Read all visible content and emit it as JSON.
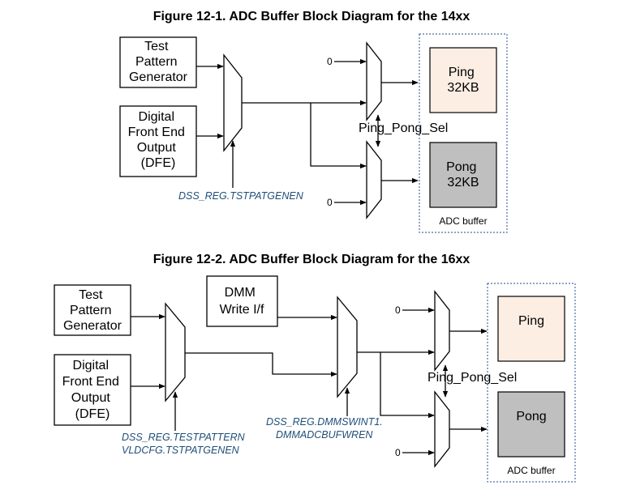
{
  "figure1": {
    "title": "Figure 12-1. ADC Buffer Block Diagram for the 14xx",
    "test_pattern": [
      "Test",
      "Pattern",
      "Generator"
    ],
    "dfe": [
      "Digital",
      "Front End",
      "Output",
      "(DFE)"
    ],
    "reg_label": "DSS_REG.TSTPATGENEN",
    "zero_top": "0",
    "zero_bottom": "0",
    "ping": [
      "Ping",
      "32KB"
    ],
    "pong": [
      "Pong",
      "32KB"
    ],
    "ping_pong_sel": "Ping_Pong_Sel",
    "buffer_label": "ADC buffer"
  },
  "figure2": {
    "title": "Figure 12-2. ADC Buffer Block Diagram for the 16xx",
    "test_pattern": [
      "Test",
      "Pattern",
      "Generator"
    ],
    "dfe": [
      "Digital",
      "Front End",
      "Output",
      "(DFE)"
    ],
    "dmm": [
      "DMM",
      "Write I/f"
    ],
    "reg_label_1": [
      "DSS_REG.TESTPATTERN",
      "VLDCFG.TSTPATGENEN"
    ],
    "reg_label_2": [
      "DSS_REG.DMMSWINT1.",
      "DMMADCBUFWREN"
    ],
    "zero_top": "0",
    "zero_bottom": "0",
    "ping": "Ping",
    "pong": "Pong",
    "ping_pong_sel": "Ping_Pong_Sel",
    "buffer_label": "ADC buffer"
  },
  "colors": {
    "ping_fill": "#fdeee4",
    "pong_fill": "#bfbfbf",
    "register_text": "#1f4e79",
    "buffer_frame": "#4a6fa5"
  }
}
